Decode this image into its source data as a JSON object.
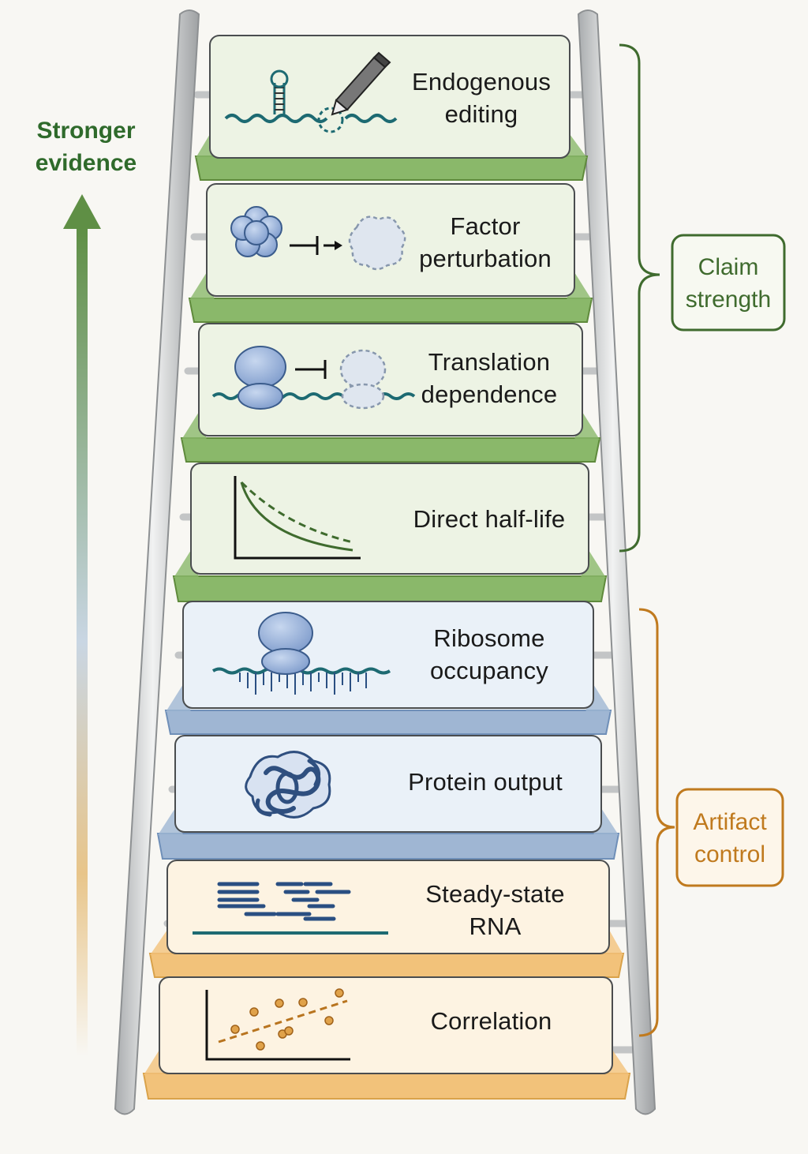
{
  "arrow_label": {
    "line1": "Stronger",
    "line2": "evidence",
    "color": "#2f6a2b"
  },
  "brackets": {
    "claim": {
      "line1": "Claim",
      "line2": "strength",
      "color": "#3f6b2e"
    },
    "artifact": {
      "line1": "Artifact",
      "line2": "control",
      "color": "#c07a1e"
    }
  },
  "rungs": [
    {
      "id": "endogenous-editing",
      "line1": "Endogenous",
      "line2": "editing",
      "tier": "green",
      "icon": "hairpin-edit-pencil-icon"
    },
    {
      "id": "factor-perturbation",
      "line1": "Factor",
      "line2": "perturbation",
      "tier": "green",
      "icon": "protein-knockdown-icon"
    },
    {
      "id": "translation-dependence",
      "line1": "Translation",
      "line2": "dependence",
      "tier": "green",
      "icon": "ribosome-inhibition-icon"
    },
    {
      "id": "direct-half-life",
      "line1": "Direct half-life",
      "line2": "",
      "tier": "green",
      "icon": "decay-curve-icon"
    },
    {
      "id": "ribosome-occupancy",
      "line1": "Ribosome",
      "line2": "occupancy",
      "tier": "blue",
      "icon": "ribosome-on-mrna-icon"
    },
    {
      "id": "protein-output",
      "line1": "Protein output",
      "line2": "",
      "tier": "blue",
      "icon": "protein-structure-icon"
    },
    {
      "id": "steady-state-rna",
      "line1": "Steady-state",
      "line2": "RNA",
      "tier": "orange",
      "icon": "rna-reads-icon"
    },
    {
      "id": "correlation",
      "line1": "Correlation",
      "line2": "",
      "tier": "orange",
      "icon": "scatter-plot-icon"
    }
  ],
  "colors": {
    "green_fill": "#edf3e4",
    "green_border": "#5f8a3c",
    "green_step": "#8ab86a",
    "blue_fill": "#eaf1f8",
    "blue_border": "#6f8fb8",
    "blue_step": "#9fb6d3",
    "orange_fill": "#fdf3e2",
    "orange_border": "#d9a24a",
    "orange_step": "#f2c27a",
    "rail": "#c9cbcc",
    "ink": "#1a1a1a",
    "teal": "#1d6a72",
    "navy": "#2a4f82"
  }
}
